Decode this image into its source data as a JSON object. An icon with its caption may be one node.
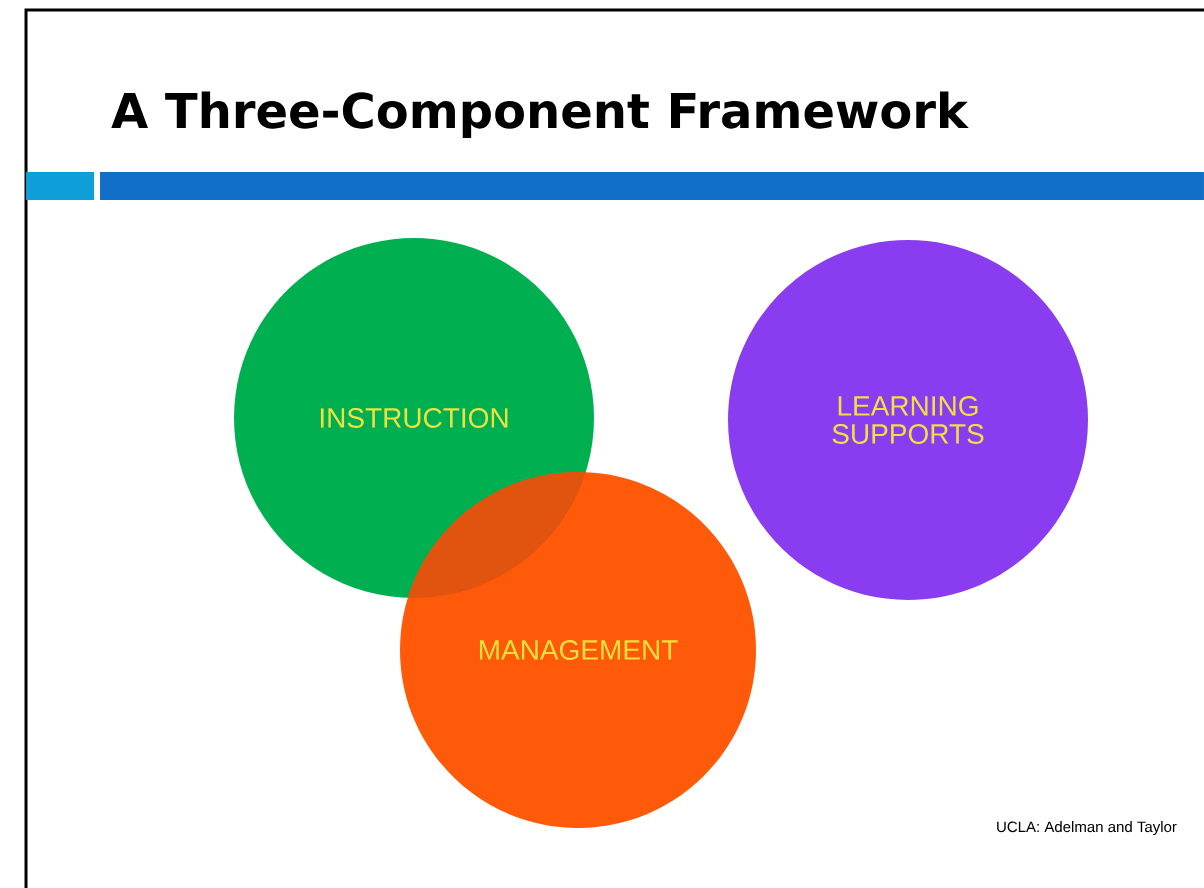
{
  "diagram": {
    "title": "A Three-Component Framework",
    "nodes": [
      {
        "text": [
          "INSTRUCTION"
        ]
      },
      {
        "text": [
          "MANAGEMENT"
        ]
      },
      {
        "text": [
          "LEARNING SUPPORTS"
        ]
      }
    ],
    "labels": [
      "UCLA: Adelman and Taylor"
    ]
  }
}
